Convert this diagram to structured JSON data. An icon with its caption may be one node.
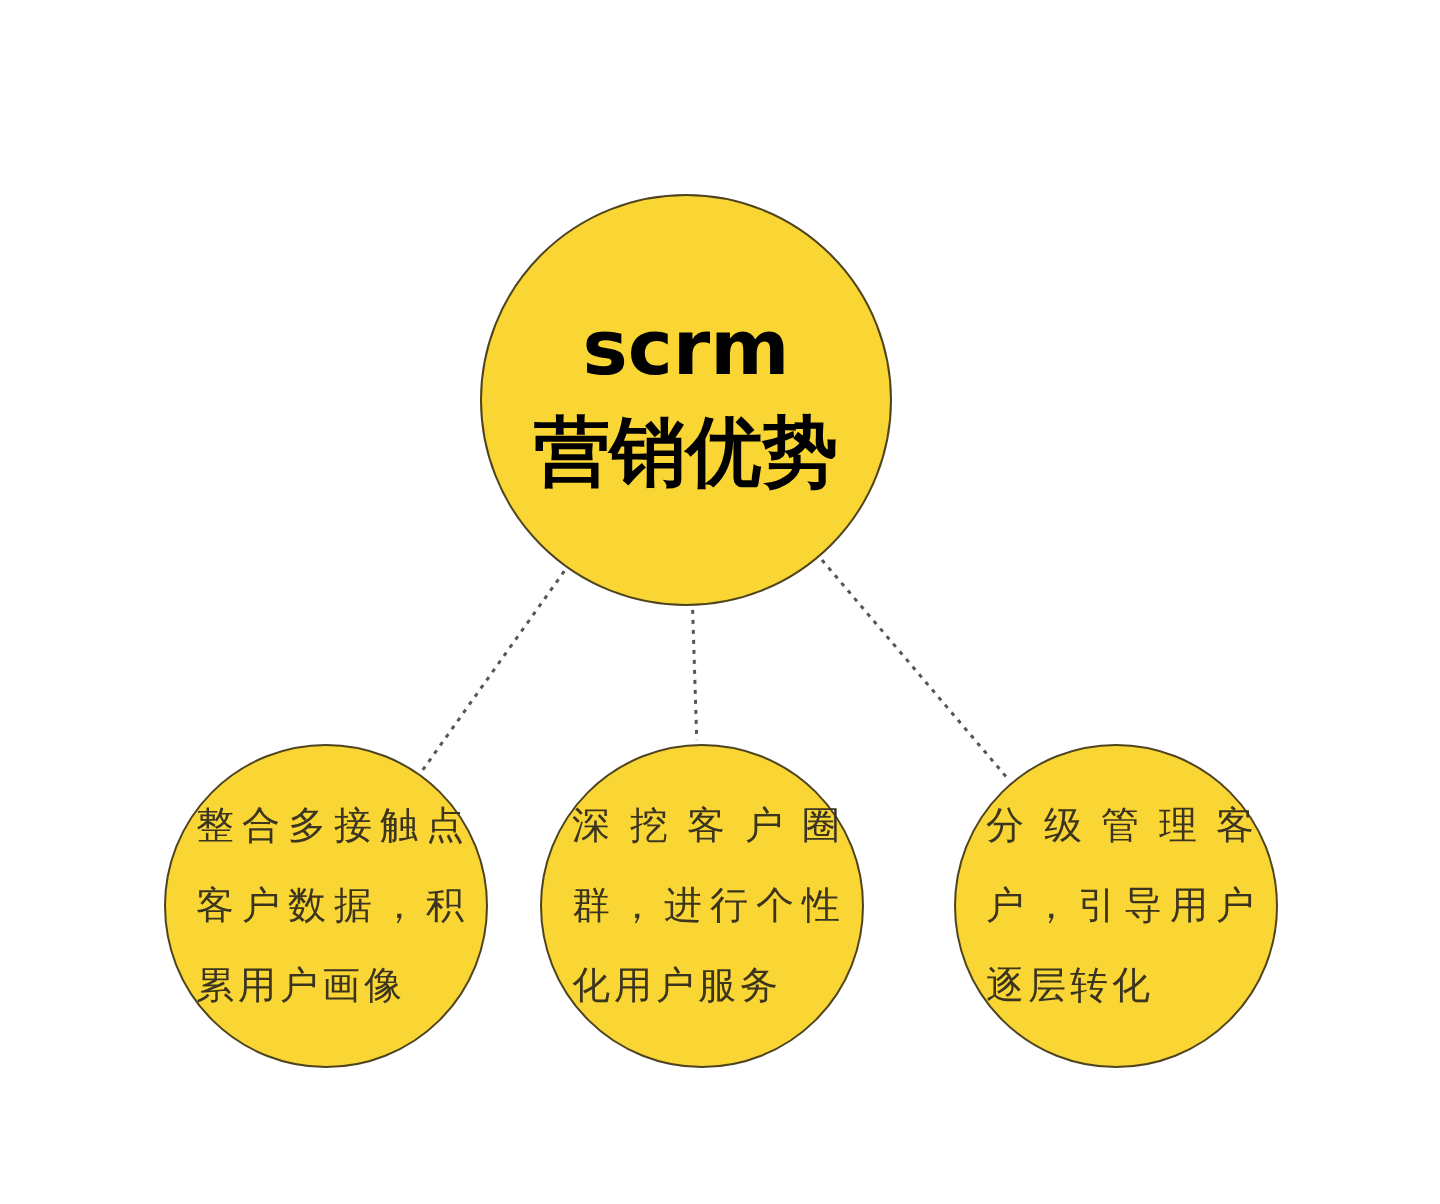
{
  "diagram": {
    "nodes": [
      {
        "text": [
          "scrm",
          "营销优势"
        ]
      },
      {
        "text": [
          "整合多接触点客户数据，积累用户画像"
        ]
      },
      {
        "text": [
          "深挖客户圈群，进行个性化用户服务"
        ]
      },
      {
        "text": [
          "分级管理客户，引导用户逐层转化"
        ]
      }
    ],
    "edges": [
      {
        "from": 0,
        "to": 1,
        "arrow": "none",
        "style": "dashed"
      },
      {
        "from": 0,
        "to": 2,
        "arrow": "none",
        "style": "dashed"
      },
      {
        "from": 0,
        "to": 3,
        "arrow": "none",
        "style": "dashed"
      }
    ]
  }
}
